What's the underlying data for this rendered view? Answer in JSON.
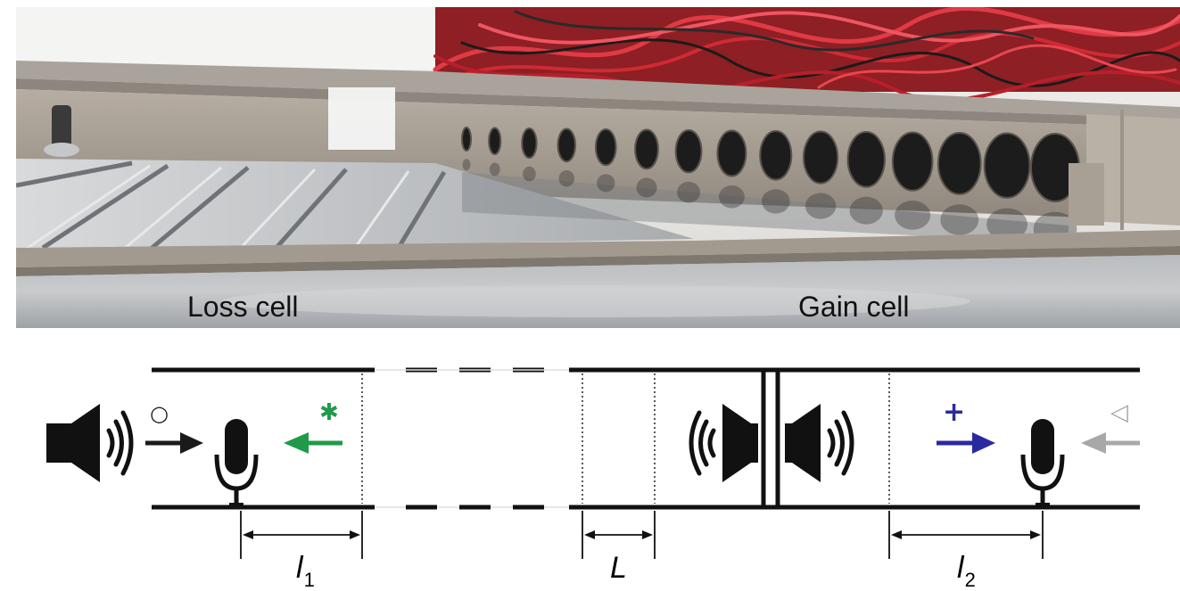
{
  "photo": {
    "labels": {
      "loss": "Loss cell",
      "gain": "Gain cell"
    }
  },
  "schematic": {
    "dimensions": {
      "l1": {
        "symbol": "l",
        "subscript": "1"
      },
      "L": {
        "symbol": "L"
      },
      "l2": {
        "symbol": "l",
        "subscript": "2"
      }
    },
    "wave_markers": {
      "incident_left": {
        "symbol": "○",
        "color": "#1a1a1a",
        "direction": "right"
      },
      "reflected_left": {
        "symbol": "✱",
        "color": "#1f9a4a",
        "direction": "left"
      },
      "transmitted_right": {
        "symbol": "+",
        "color": "#2a2aa0",
        "direction": "right"
      },
      "incident_right": {
        "symbol": "◁",
        "color": "#a8a8a8",
        "direction": "left"
      }
    },
    "icons": [
      "speaker-icon",
      "microphone-icon",
      "speaker-pair-icon",
      "microphone-icon"
    ]
  }
}
